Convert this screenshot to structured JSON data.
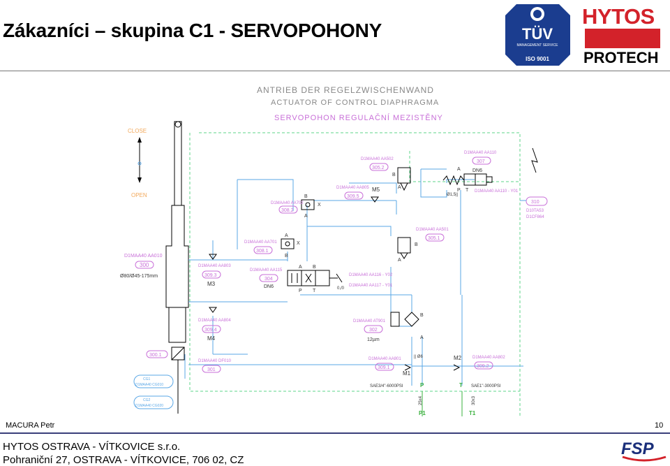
{
  "header": {
    "title": "Zákazníci – skupina C1 - SERVOPOHONY",
    "logos": {
      "tuv_text": "TÜV",
      "tuv_sub": "MANAGEMENT SERVICE",
      "tuv_iso": "ISO 9001",
      "hytos": "HYTOS",
      "protech": "PROTECH"
    },
    "colors": {
      "hytos_red": "#d3222a",
      "tuv_blue": "#1b3d8f"
    }
  },
  "diagram": {
    "title_de": "ANTRIEB DER REGELZWISCHENWAND",
    "title_en": "ACTUATOR OF CONTROL DIAPHRAGMA",
    "title_cz": "SERVOPOHON REGULAČNÍ MEZISTĚNY",
    "left": {
      "close": "CLOSE",
      "open": "OPEN",
      "cyl_code": "D1MAA40 AA010",
      "cyl_id": "300",
      "cyl_spec": "Ø80/Ø45-175mm",
      "sensor_id": "300.1",
      "code_co10": "D1MAA40 CG010",
      "code_co20": "D1MAA40 CG020",
      "lbl_cg1": "CG1",
      "lbl_cg2": "CG2"
    },
    "components": {
      "c3082_code": "D1MAA40 AA702",
      "c3082_id": "308.2",
      "c3081_code": "D1MAA40 AA701",
      "c3081_id": "308.1",
      "c3093_code": "D1MAA40 AA803",
      "c3093_id": "309.3",
      "m3": "M3",
      "c304_code": "D1MAA40 AA115",
      "c304_id": "304",
      "dn6": "DN6",
      "c3095_code": "D1MAA40 AA805",
      "c3095_id": "309.5",
      "m5": "M5",
      "c3052_code": "D1MAA40 AA502",
      "c3052_id": "305.2",
      "c3051_code": "D1MAA40 AA501",
      "c3051_id": "305.1",
      "c307_code": "D1MAA40 AA110",
      "c307_id": "307",
      "dn6b": "DN6",
      "aa110_code": "D1MAA40 AA110 - Y01",
      "orifice": "Ø1,5||",
      "c310_id": "310",
      "c310_code1": "D10TA53",
      "c310_code2": "D1CF864",
      "aa116": "D1MAA40 AA116 - Y02",
      "aa117": "D1MAA40 AA117 - Y01",
      "ratio": "0,/0",
      "c3094_code": "D1MAA40 AA804",
      "c3094_id": "309.4",
      "m4": "M4",
      "c302_code": "D1MAA40 AT901",
      "c302_id": "302",
      "um": "12µm",
      "c301_code": "D1MAA40 DF010",
      "c301_id": "301",
      "c3091_code": "D1MAA40 AA801",
      "c3091_id": "309.1",
      "m1": "M1",
      "orifice6": "|| Ø6",
      "c3092_code": "D1MAA40 AA802",
      "c3092_id": "309.2",
      "m2": "M2",
      "pipe_p": "SAE3/4\"-6000PSI",
      "pipe_t": "SAE1\"-3000PSI",
      "port_p": "P",
      "port_t": "T",
      "port_p1": "P1",
      "port_t1": "T1",
      "pipe_p_size": "25x4",
      "pipe_t_size": "30x3"
    },
    "ports": {
      "a": "A",
      "b": "B",
      "p": "P",
      "t": "T",
      "x": "X"
    }
  },
  "footer": {
    "author": "MACURA Petr",
    "page": "10",
    "company": "HYTOS OSTRAVA - VÍTKOVICE s.r.o.",
    "address": "Pohraniční 27, OSTRAVA - VÍTKOVICE, 706 02, CZ",
    "fsp": "FSP"
  }
}
